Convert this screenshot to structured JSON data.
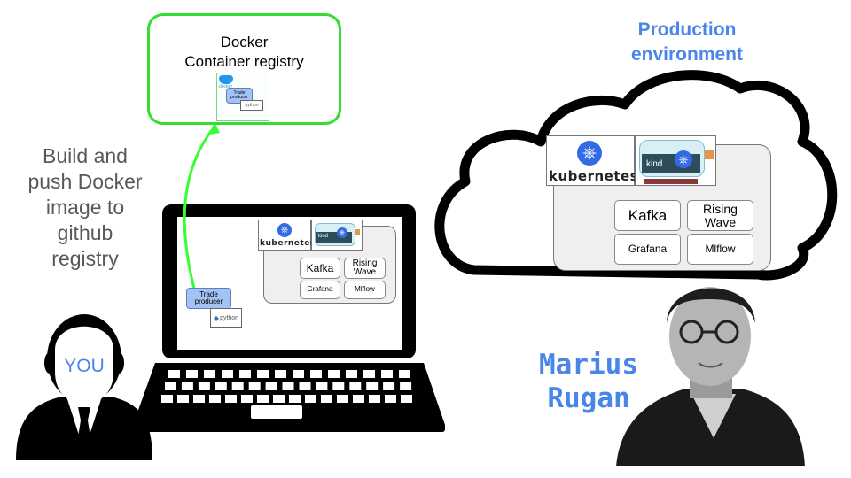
{
  "registry": {
    "line1": "Docker",
    "line2": "Container registry",
    "docker_label": "docker",
    "trade_label": "Trade producer",
    "python_label": "python"
  },
  "build_text": [
    "Build and",
    "push Docker",
    "image to",
    "github",
    "registry"
  ],
  "laptop": {
    "kubernetes_label": "kubernetes",
    "kind_label": "kind",
    "services": {
      "kafka": "Kafka",
      "rising_wave": [
        "Rising",
        "Wave"
      ],
      "grafana": "Grafana",
      "mlflow": "Mlflow"
    },
    "trade": [
      "Trade",
      "producer"
    ],
    "python_label": "python"
  },
  "user": {
    "you_label": "YOU"
  },
  "production": {
    "title": [
      "Production",
      "environment"
    ],
    "kubernetes_label": "kubernetes",
    "kind_label": "kind",
    "services": {
      "kafka": "Kafka",
      "rising_wave": [
        "Rising",
        "Wave"
      ],
      "grafana": "Grafana",
      "mlflow": "Mlflow"
    }
  },
  "person": {
    "name_line1": "Marius",
    "name_line2": "Rugan"
  },
  "colors": {
    "accent_blue": "#4a86e8",
    "arrow_green": "#33ff33",
    "registry_border": "#33dd33",
    "trade_fill": "#a4c2f4"
  }
}
